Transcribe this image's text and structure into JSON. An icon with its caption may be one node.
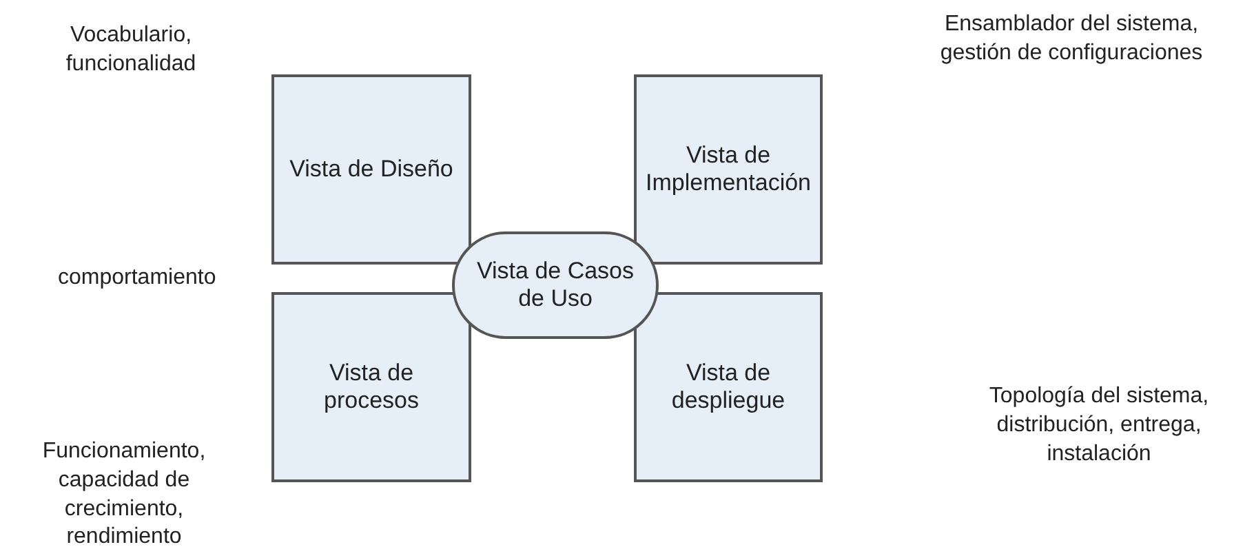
{
  "diagram": {
    "nodes": [
      {
        "text": [
          "Vista de Diseño"
        ]
      },
      {
        "text": [
          "Vista de Implementación"
        ]
      },
      {
        "text": [
          "Vista de procesos"
        ]
      },
      {
        "text": [
          "Vista de despliegue"
        ]
      },
      {
        "text": [
          "Vista de Casos de Uso"
        ]
      }
    ],
    "edges": [],
    "labels": [
      "Vocabulario, funcionalidad",
      "Ensamblador del sistema, gestión de configuraciones",
      "comportamiento",
      "Funcionamiento, capacidad de crecimiento, rendimiento",
      "Topología del sistema, distribución, entrega, instalación"
    ]
  }
}
